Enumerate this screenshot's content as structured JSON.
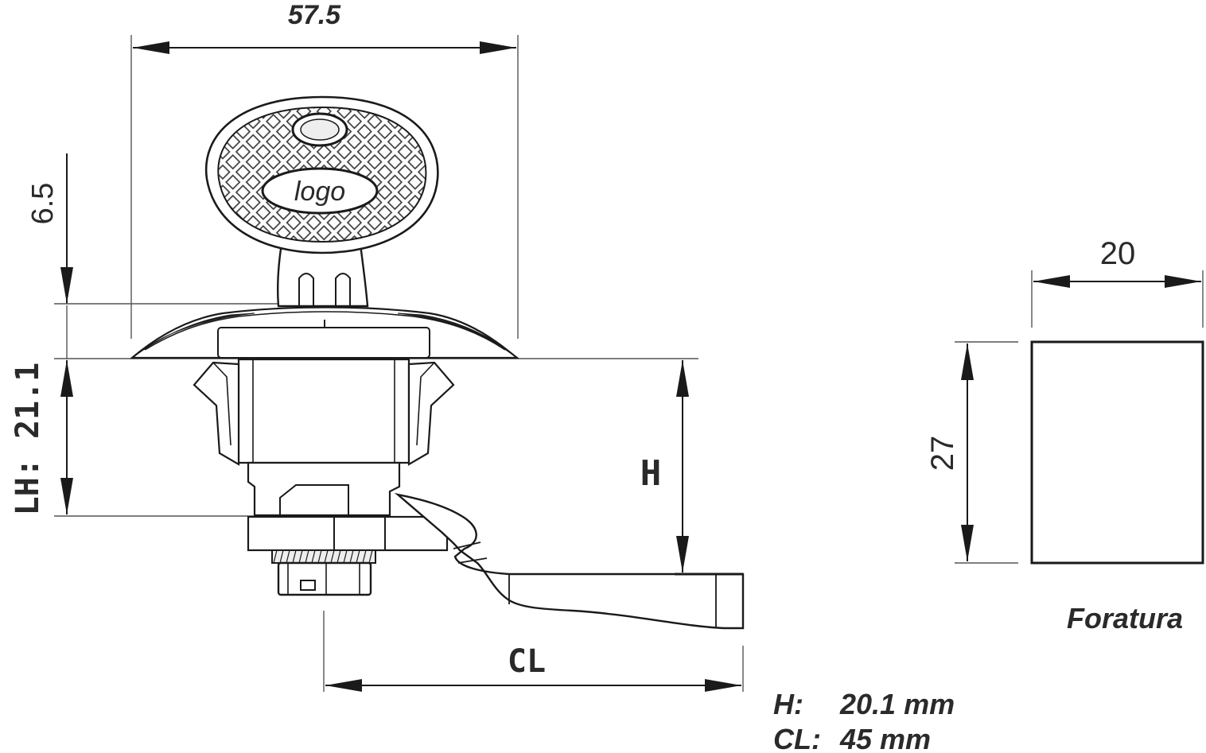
{
  "dimensions": {
    "width_total": "57.5",
    "key_above": "6.5",
    "lh": "LH: 21.1",
    "h_label": "H",
    "cl_label": "CL",
    "cutout_width": "20",
    "cutout_height": "27"
  },
  "key": {
    "logo_text": "logo"
  },
  "cutout": {
    "caption": "Foratura"
  },
  "specs": [
    {
      "label": "H:",
      "value": "20.1 mm"
    },
    {
      "label": "CL:",
      "value": "45 mm"
    }
  ]
}
